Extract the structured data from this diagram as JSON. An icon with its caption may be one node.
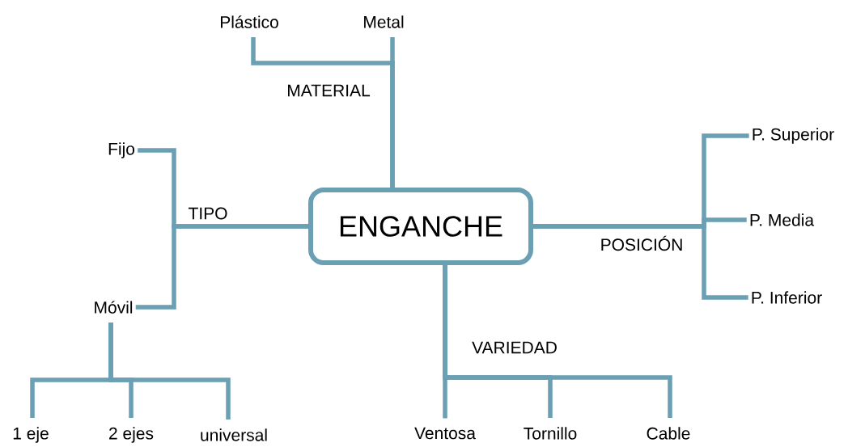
{
  "diagram": {
    "nodes": [
      {
        "text": [
          "ENGANCHE"
        ]
      },
      {
        "text": [
          "Plástico"
        ]
      },
      {
        "text": [
          "Metal"
        ]
      },
      {
        "text": [
          "Fijo"
        ]
      },
      {
        "text": [
          "Móvil"
        ]
      },
      {
        "text": [
          "1 eje"
        ]
      },
      {
        "text": [
          "2 ejes"
        ]
      },
      {
        "text": [
          "universal"
        ]
      },
      {
        "text": [
          "P. Superior"
        ]
      },
      {
        "text": [
          "P. Media"
        ]
      },
      {
        "text": [
          "P. Inferior"
        ]
      },
      {
        "text": [
          "Ventosa"
        ]
      },
      {
        "text": [
          "Tornillo"
        ]
      },
      {
        "text": [
          "Cable"
        ]
      }
    ],
    "edges": [
      {
        "from": 0,
        "to": 1,
        "arrow": "none"
      },
      {
        "from": 0,
        "to": 2,
        "arrow": "none"
      },
      {
        "from": 0,
        "to": 3,
        "arrow": "none"
      },
      {
        "from": 0,
        "to": 4,
        "arrow": "none"
      },
      {
        "from": 4,
        "to": 5,
        "arrow": "none"
      },
      {
        "from": 4,
        "to": 6,
        "arrow": "none"
      },
      {
        "from": 4,
        "to": 7,
        "arrow": "none"
      },
      {
        "from": 0,
        "to": 8,
        "arrow": "none"
      },
      {
        "from": 0,
        "to": 9,
        "arrow": "none"
      },
      {
        "from": 0,
        "to": 10,
        "arrow": "none"
      },
      {
        "from": 0,
        "to": 11,
        "arrow": "none"
      },
      {
        "from": 0,
        "to": 12,
        "arrow": "none"
      },
      {
        "from": 0,
        "to": 13,
        "arrow": "none"
      }
    ],
    "labels": [
      "MATERIAL",
      "TIPO",
      "POSICIÓN",
      "VARIEDAD"
    ]
  }
}
